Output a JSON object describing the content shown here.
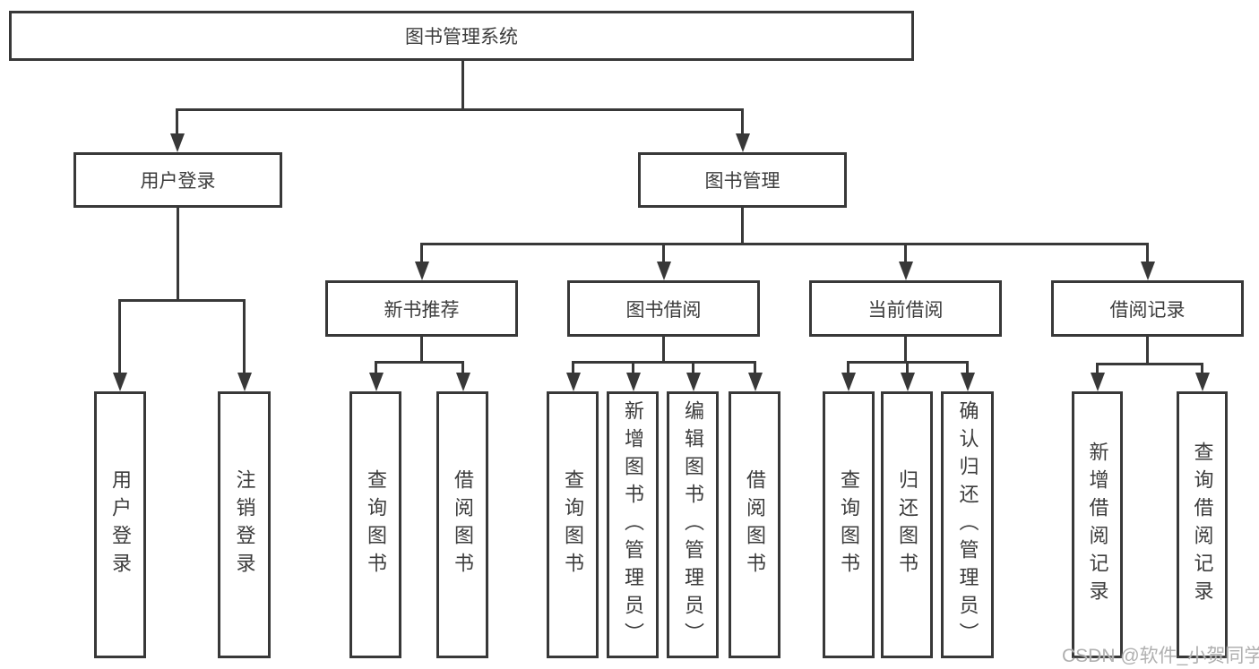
{
  "tree": {
    "root": {
      "label": "图书管理系统"
    },
    "branches": [
      {
        "label": "用户登录",
        "children": [
          {
            "label": "用户登录"
          },
          {
            "label": "注销登录"
          }
        ]
      },
      {
        "label": "图书管理",
        "children": [
          {
            "label": "新书推荐",
            "children": [
              {
                "label": "查询图书"
              },
              {
                "label": "借阅图书"
              }
            ]
          },
          {
            "label": "图书借阅",
            "children": [
              {
                "label": "查询图书"
              },
              {
                "label": "新增图书（管理员）"
              },
              {
                "label": "编辑图书（管理员）"
              },
              {
                "label": "借阅图书"
              }
            ]
          },
          {
            "label": "当前借阅",
            "children": [
              {
                "label": "查询图书"
              },
              {
                "label": "归还图书"
              },
              {
                "label": "确认归还（管理员）"
              }
            ]
          },
          {
            "label": "借阅记录",
            "children": [
              {
                "label": "新增借阅记录"
              },
              {
                "label": "查询借阅记录"
              }
            ]
          }
        ]
      }
    ]
  },
  "watermark": {
    "text": "CSDN @软件_小贺同学"
  },
  "colors": {
    "line": "#383838",
    "text": "#3c3c3c",
    "bg": "#ffffff",
    "watermark": "#b0b0b0"
  }
}
